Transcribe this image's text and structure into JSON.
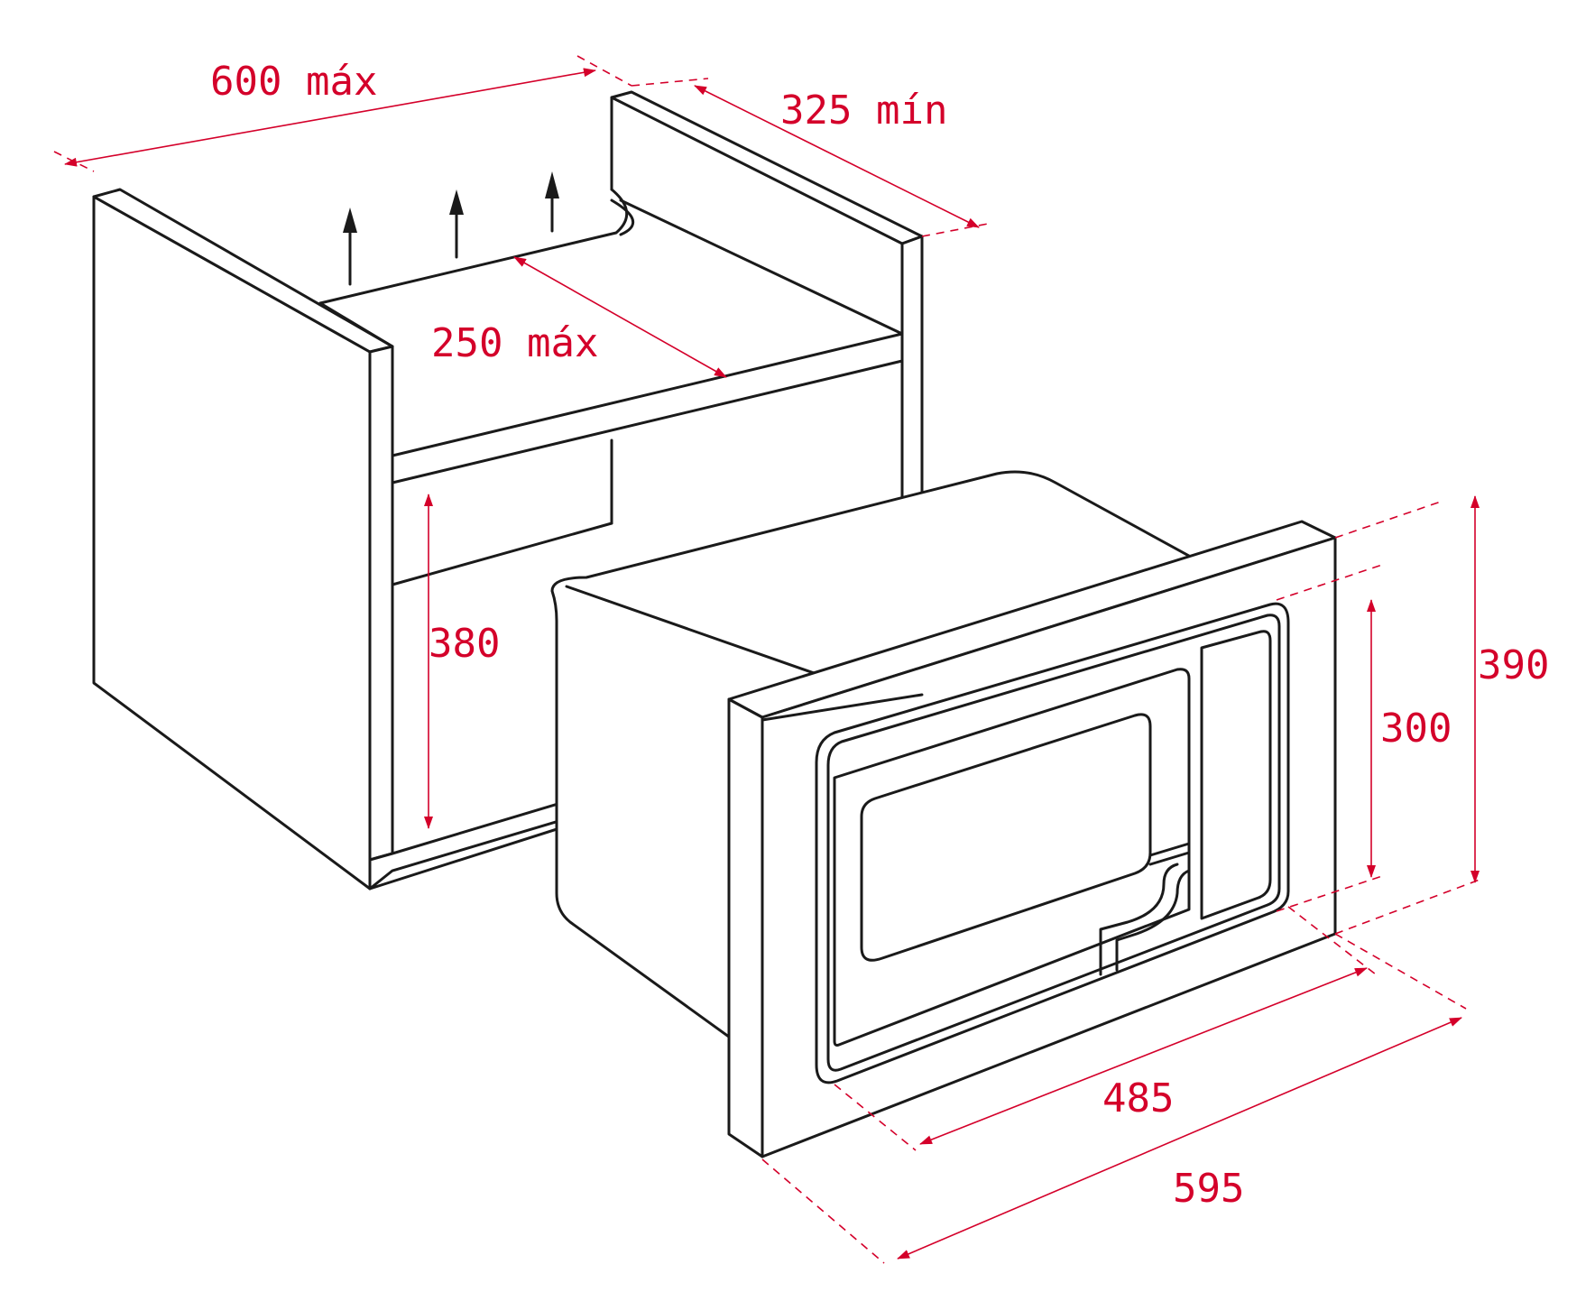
{
  "colors": {
    "dimension": "#d4002a",
    "outline": "#1a1a1a",
    "background": "#ffffff"
  },
  "icons": {
    "airflow": "arrow-up-icon"
  },
  "dimensions": {
    "cabinet_width": "600 máx",
    "cabinet_depth": "325 mín",
    "shelf_depth": "250 máx",
    "niche_height": "380",
    "appliance_height": "390",
    "door_height": "300",
    "door_width": "485",
    "appliance_width": "595"
  }
}
